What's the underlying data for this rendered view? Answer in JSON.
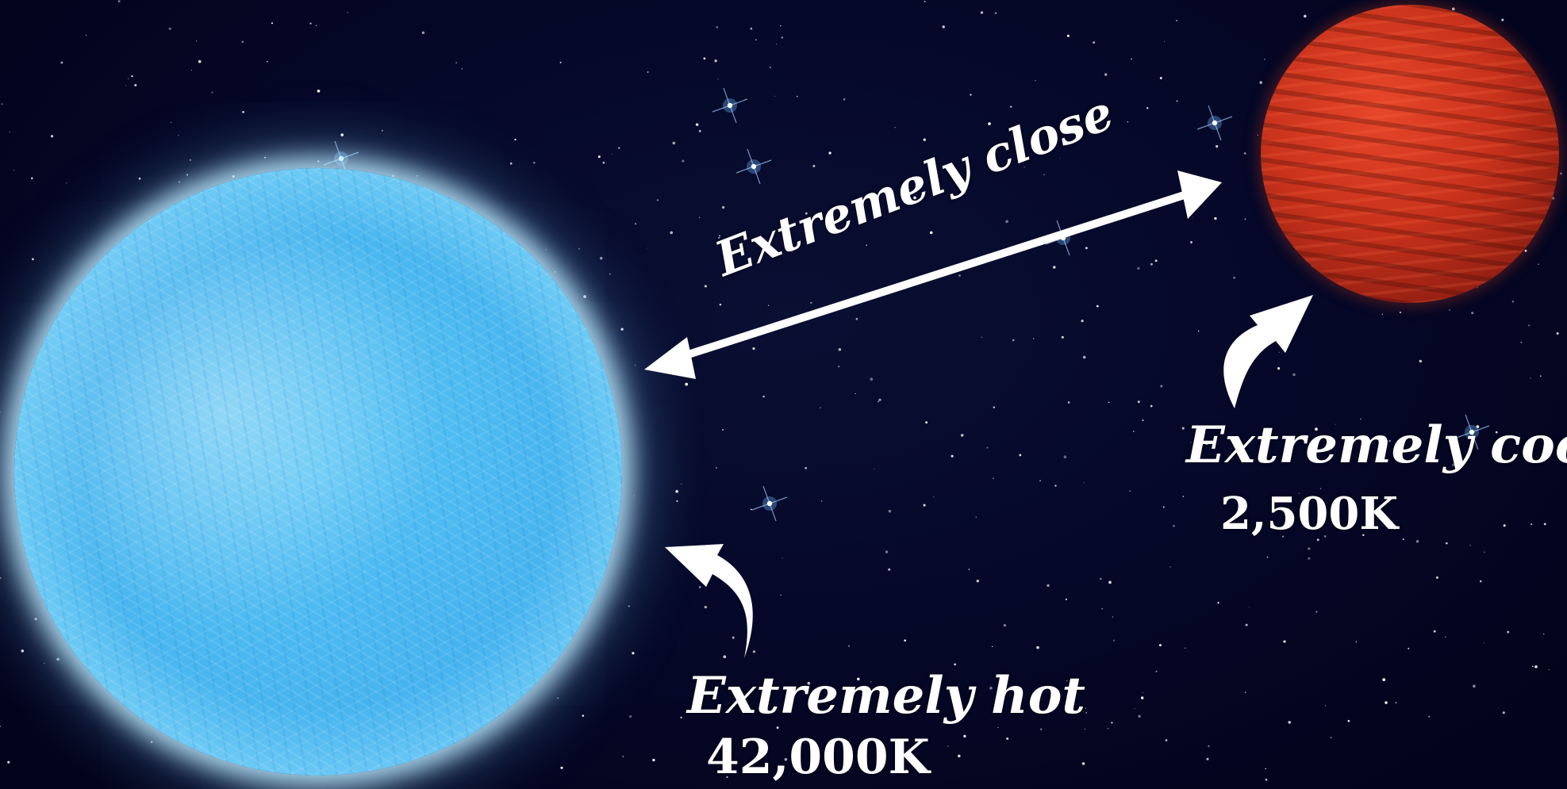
{
  "annotations": {
    "distance_label": "Extremely close",
    "cool_star": {
      "label": "Extremely cool",
      "temperature": "2,500K"
    },
    "hot_star": {
      "label": "Extremely hot",
      "temperature": "42,000K"
    }
  },
  "colors": {
    "background": "#03051a",
    "hot_star": "#5ec9f5",
    "cool_star": "#c8321c",
    "annotation": "#ffffff"
  }
}
